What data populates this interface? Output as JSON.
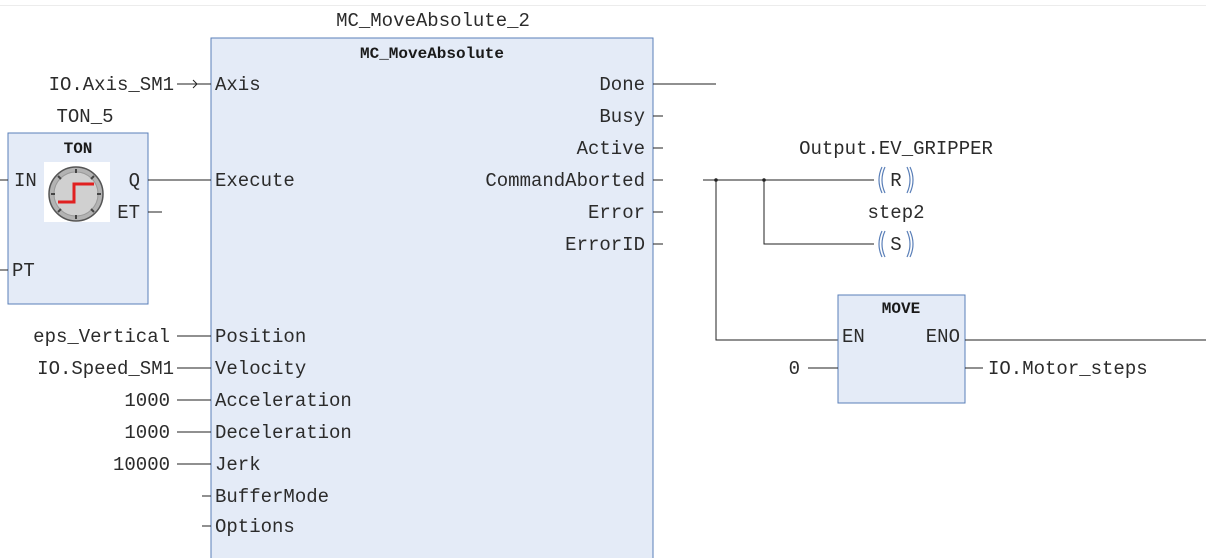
{
  "move_absolute": {
    "instance_name": "MC_MoveAbsolute_2",
    "type_name": "MC_MoveAbsolute",
    "inputs": [
      "Axis",
      "Execute",
      "Position",
      "Velocity",
      "Acceleration",
      "Deceleration",
      "Jerk",
      "BufferMode",
      "Options"
    ],
    "outputs": [
      "Done",
      "Busy",
      "Active",
      "CommandAborted",
      "Error",
      "ErrorID"
    ],
    "args": {
      "axis": "IO.Axis_SM1",
      "position": "eps_Vertical",
      "velocity": "IO.Speed_SM1",
      "acceleration": "1000",
      "deceleration": "1000",
      "jerk": "10000"
    }
  },
  "ton": {
    "instance_name": "TON_5",
    "type_name": "TON",
    "pins": {
      "in": "IN",
      "q": "Q",
      "et": "ET",
      "pt": "PT"
    }
  },
  "coils": {
    "reset": {
      "variable": "Output.EV_GRIPPER",
      "letter": "R"
    },
    "set": {
      "variable": "step2",
      "letter": "S"
    }
  },
  "move": {
    "type_name": "MOVE",
    "pins": {
      "en": "EN",
      "eno": "ENO"
    },
    "input": "0",
    "output": "IO.Motor_steps"
  },
  "colors": {
    "block_fill": "#e4ebf7",
    "block_border": "#5a7fb8",
    "wire": "#222222",
    "timer_red": "#e02020"
  }
}
